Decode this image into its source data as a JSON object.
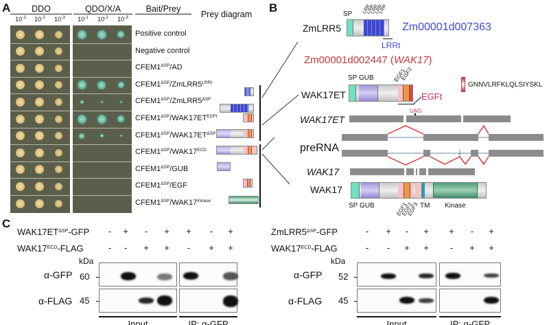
{
  "panel_a": {
    "letter": "A",
    "headers": {
      "ddo": "DDO",
      "qdo": "QDO/X/A",
      "bait_prey": "Bait/Prey",
      "prey_diagram": "Prey diagram"
    },
    "dilutions": [
      "10",
      "10",
      "10"
    ],
    "dilution_exponents": [
      "-1",
      "-2",
      "-3"
    ],
    "rows": [
      {
        "base": "Positive control",
        "sup1": "",
        "mid": "",
        "sup2": "",
        "ddo_growth": [
          1,
          1,
          0.8
        ],
        "qdo_growth": [
          1,
          1,
          0.8
        ],
        "qdo_blue": true
      },
      {
        "base": "Negative control",
        "sup1": "",
        "mid": "",
        "sup2": "",
        "ddo_growth": [
          1,
          1,
          0.8
        ],
        "qdo_growth": [
          0,
          0,
          0
        ],
        "qdo_blue": false
      },
      {
        "base": "CFEM1",
        "sup1": "ΔSP",
        "mid": "/AD",
        "sup2": "",
        "ddo_growth": [
          1,
          1,
          0.8
        ],
        "qdo_growth": [
          0,
          0,
          0
        ],
        "qdo_blue": false
      },
      {
        "base": "CFEM1",
        "sup1": "ΔSP",
        "mid": "/ZmLRR5",
        "sup2": "LRRt",
        "ddo_growth": [
          1,
          1,
          0.8
        ],
        "qdo_growth": [
          1,
          0.9,
          0.7
        ],
        "qdo_blue": true
      },
      {
        "base": "CFEM1",
        "sup1": "ΔSP",
        "mid": "/ZmLRR5",
        "sup2": "ΔSP",
        "ddo_growth": [
          1,
          1,
          0.8
        ],
        "qdo_growth": [
          0.4,
          0.2,
          0.1
        ],
        "qdo_blue": true
      },
      {
        "base": "CFEM1",
        "sup1": "ΔSP",
        "mid": "/WAK17ET",
        "sup2": "EGFt",
        "ddo_growth": [
          1,
          1,
          0.8
        ],
        "qdo_growth": [
          1,
          1,
          0.8
        ],
        "qdo_blue": true
      },
      {
        "base": "CFEM1",
        "sup1": "ΔSP",
        "mid": "/WAK17ET",
        "sup2": "ΔSP",
        "ddo_growth": [
          1,
          1,
          0.8
        ],
        "qdo_growth": [
          0.6,
          0.4,
          0.1
        ],
        "qdo_blue": true
      },
      {
        "base": "CFEM1",
        "sup1": "ΔSP",
        "mid": "/WAK17",
        "sup2": "ECD",
        "ddo_growth": [
          1,
          1,
          0.8
        ],
        "qdo_growth": [
          0,
          0,
          0
        ],
        "qdo_blue": false
      },
      {
        "base": "CFEM1",
        "sup1": "ΔSP",
        "mid": "/GUB",
        "sup2": "",
        "ddo_growth": [
          1,
          1,
          0.8
        ],
        "qdo_growth": [
          0,
          0,
          0
        ],
        "qdo_blue": false
      },
      {
        "base": "CFEM1",
        "sup1": "ΔSP",
        "mid": "/EGF",
        "sup2": "",
        "ddo_growth": [
          1,
          1,
          0.8
        ],
        "qdo_growth": [
          0,
          0,
          0
        ],
        "qdo_blue": false
      },
      {
        "base": "CFEM1",
        "sup1": "ΔSP",
        "mid": "/WAK17",
        "sup2": "Kinase",
        "ddo_growth": [
          1,
          1,
          0.8
        ],
        "qdo_growth": [
          0,
          0,
          0
        ],
        "qdo_blue": false
      }
    ]
  },
  "panel_b": {
    "letter": "B",
    "zmlrr5": {
      "name": "ZmLRR5",
      "gene_id": "Zm00001d007363",
      "sp": "SP",
      "lrr": "LRR",
      "lrrt": "LRRt"
    },
    "wak17_id": {
      "id": "Zm00001d002447 (",
      "gene": "WAK17",
      "close": ")"
    },
    "wak17et": {
      "name": "WAK17ET",
      "sp_gub": "SP GUB",
      "egf1": "EGF1",
      "egf2": "EGF2",
      "egft": "EGFt",
      "peptide": "GNNVLRFKLQLSIYSKL"
    },
    "transcripts": {
      "wak17et": "WAK17ET",
      "uag": "UAG",
      "prerna": "preRNA",
      "wak17": "WAK17"
    },
    "wak17": {
      "name": "WAK17",
      "sp_gub": "SP GUB",
      "egf": [
        "EGF1",
        "EGF2",
        "EGF3"
      ],
      "tm": "TM",
      "kinase": "Kinase"
    }
  },
  "panel_c": {
    "letter": "C",
    "left": {
      "row1_label": "WAK17ET",
      "row1_sup": "ΔSP",
      "row1_suffix": "-GFP",
      "row2_label": "WAK17",
      "row2_sup": "ECD",
      "row2_suffix": "-FLAG",
      "row1_signs": [
        "-",
        "+",
        "-",
        "+",
        "+",
        "-",
        "+"
      ],
      "row2_signs": [
        "-",
        "-",
        "+",
        "+",
        "-",
        "+",
        "+"
      ],
      "kda": "kDa",
      "blot1": {
        "antibody": "α-GFP",
        "marker": "60"
      },
      "blot2": {
        "antibody": "α-FLAG",
        "marker": "45"
      },
      "input": "Input",
      "ip": "IP: α-GFP"
    },
    "right": {
      "row1_label": "ZmLRR5",
      "row1_sup": "ΔSP",
      "row1_suffix": "-GFP",
      "row2_label": "WAK17",
      "row2_sup": "ECD",
      "row2_suffix": "-FLAG",
      "row1_signs": [
        "-",
        "+",
        "-",
        "+",
        "+",
        "-",
        "+"
      ],
      "row2_signs": [
        "-",
        "-",
        "+",
        "+",
        "-",
        "+",
        "+"
      ],
      "kda": "kDa",
      "blot1": {
        "antibody": "α-GFP",
        "marker": "52"
      },
      "blot2": {
        "antibody": "α-FLAG",
        "marker": "45"
      },
      "input": "Input",
      "ip": "IP: α-GFP"
    }
  },
  "colors": {
    "lrr_blue": "#3f48cc",
    "wak_red": "#c0393b",
    "egft_pink": "#d0216a",
    "gub_purple": "#9c8fd6",
    "sp_teal": "#6fe0c0",
    "kinase_green": "#4f9e78",
    "egf_orange": "#e69a48",
    "plate": "#5b5e4b"
  }
}
